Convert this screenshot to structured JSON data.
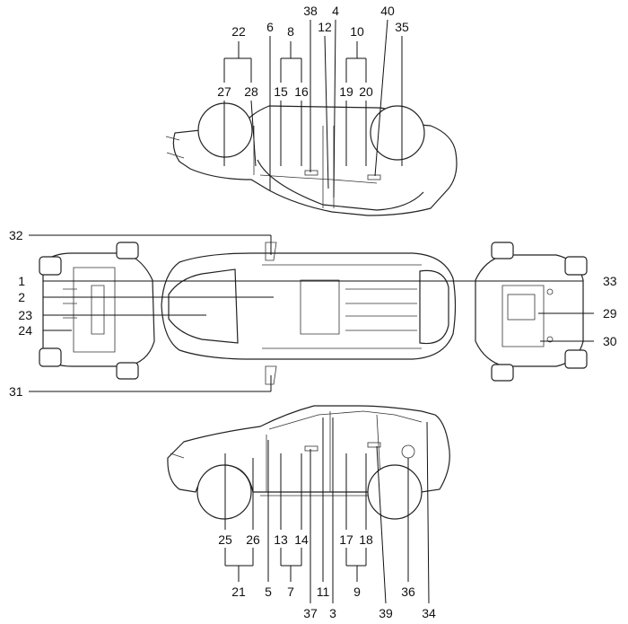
{
  "labels": {
    "n1": "1",
    "n2": "2",
    "n3": "3",
    "n4": "4",
    "n5": "5",
    "n6": "6",
    "n7": "7",
    "n8": "8",
    "n9": "9",
    "n10": "10",
    "n11": "11",
    "n12": "12",
    "n13": "13",
    "n14": "14",
    "n15": "15",
    "n16": "16",
    "n17": "17",
    "n18": "18",
    "n19": "19",
    "n20": "20",
    "n21": "21",
    "n22": "22",
    "n23": "23",
    "n24": "24",
    "n25": "25",
    "n26": "26",
    "n27": "27",
    "n28": "28",
    "n29": "29",
    "n30": "30",
    "n31": "31",
    "n32": "32",
    "n33": "33",
    "n34": "34",
    "n35": "35",
    "n36": "36",
    "n37": "37",
    "n38": "38",
    "n39": "39",
    "n40": "40"
  }
}
